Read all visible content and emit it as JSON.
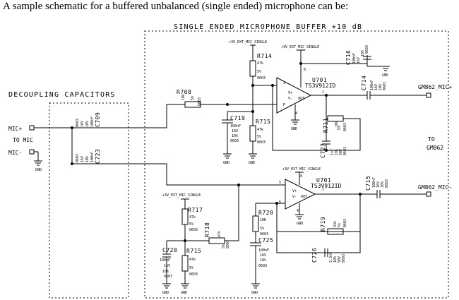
{
  "intro_text": "A sample schematic for a buffered unbalanced (single ended) microphone can be:",
  "blocks": {
    "buffer_title": "SINGLE ENDED MICROPHONE BUFFER +10 dB",
    "decoupling_title": "DECOUPLING CAPACITORS"
  },
  "connectors": {
    "mic_plus": "MIC+",
    "to_mic": "TO MIC",
    "mic_minus": "MIC-",
    "out_plus": "GM862_MIC+",
    "out_minus": "GM862_MIC-",
    "to": "TO",
    "to_device": "GM862"
  },
  "gnd": "GND",
  "supply": {
    "top_r714": "+3V_EXT_MIC_SINGLE",
    "top_u701": "+3V_EXT_MIC_SINGLE",
    "bot_u701": "+3V_EXT_MIC_SINGLE",
    "bot_r717": "+3V_EXT_MIC_SINGLE"
  },
  "opamps": {
    "u1_ref": "U701",
    "u1_part": "TS3V912ID",
    "u2_ref": "U701",
    "u2_part": "TS3V912ID",
    "pin_vplus": "V+",
    "pin_vminus": "V-",
    "pin_out": "OUT"
  },
  "pins": {
    "u1_in_plus": "P",
    "u1_in_minus": "3",
    "u1_out": "1",
    "u1_vcc": "8",
    "u1_gnd": "4",
    "u2_in_plus": "5",
    "u2_in_minus": "6",
    "u2_out": "7",
    "u2_vcc": "8",
    "u2_gnd": "4"
  },
  "components": {
    "c709": {
      "ref": "C709",
      "v1": "0603",
      "v2": "16V",
      "v3": "10%",
      "v4": "100nF"
    },
    "c723": {
      "ref": "C723",
      "v1": "0603",
      "v2": "16V",
      "v3": "10%",
      "v4": "100nF"
    },
    "r708": {
      "ref": "R708",
      "v1": "10k",
      "v2": "5%",
      "v3": "0603"
    },
    "r714": {
      "ref": "R714",
      "v1": "47k",
      "v2": "5%",
      "v3": "0603"
    },
    "c719": {
      "ref": "C719",
      "v1": "100nF",
      "v2": "16V",
      "v3": "10%",
      "v4": "0603"
    },
    "r715a": {
      "ref": "R715",
      "v1": "47k",
      "v2": "5%",
      "v3": "0603"
    },
    "c716": {
      "ref": "C716",
      "v1": "100nF",
      "v2": "16V",
      "v3": "10%",
      "v4": "0603"
    },
    "c714": {
      "ref": "C714",
      "v1": "100nF",
      "v2": "16V",
      "v3": "10%",
      "v4": "0603"
    },
    "r711": {
      "ref": "R711",
      "v1": "10k",
      "v2": "5%",
      "v3": "0603"
    },
    "c727": {
      "ref": "C727",
      "v1": "1nF",
      "v2": "10%",
      "v3": "50V",
      "v4": "0603"
    },
    "r717": {
      "ref": "R717",
      "v1": "47k",
      "v2": "5%",
      "v3": "0603"
    },
    "r718": {
      "ref": "R718",
      "v1": "47k",
      "v2": "5%",
      "v3": "0603"
    },
    "c720": {
      "ref": "C720",
      "v1": "100nF",
      "v2": "16V",
      "v3": "10%",
      "v4": "0603"
    },
    "r715b": {
      "ref": "R715",
      "v1": "47k",
      "v2": "5%",
      "v3": "0603"
    },
    "r720": {
      "ref": "R720",
      "v1": "10K",
      "v2": "5%",
      "v3": "0603"
    },
    "c725": {
      "ref": "C725",
      "v1": "100nF",
      "v2": "16V",
      "v3": "10%",
      "v4": "0603"
    },
    "r719": {
      "ref": "R719",
      "v1": "33k",
      "v2": "5%",
      "v3": "0603"
    },
    "c726": {
      "ref": "C726",
      "v1": "3.3nF",
      "v2": "10%",
      "v3": "50V",
      "v4": "0603"
    },
    "c715": {
      "ref": "C715",
      "v1": "100nF",
      "v2": "16V",
      "v3": "10%",
      "v4": "0603"
    }
  }
}
